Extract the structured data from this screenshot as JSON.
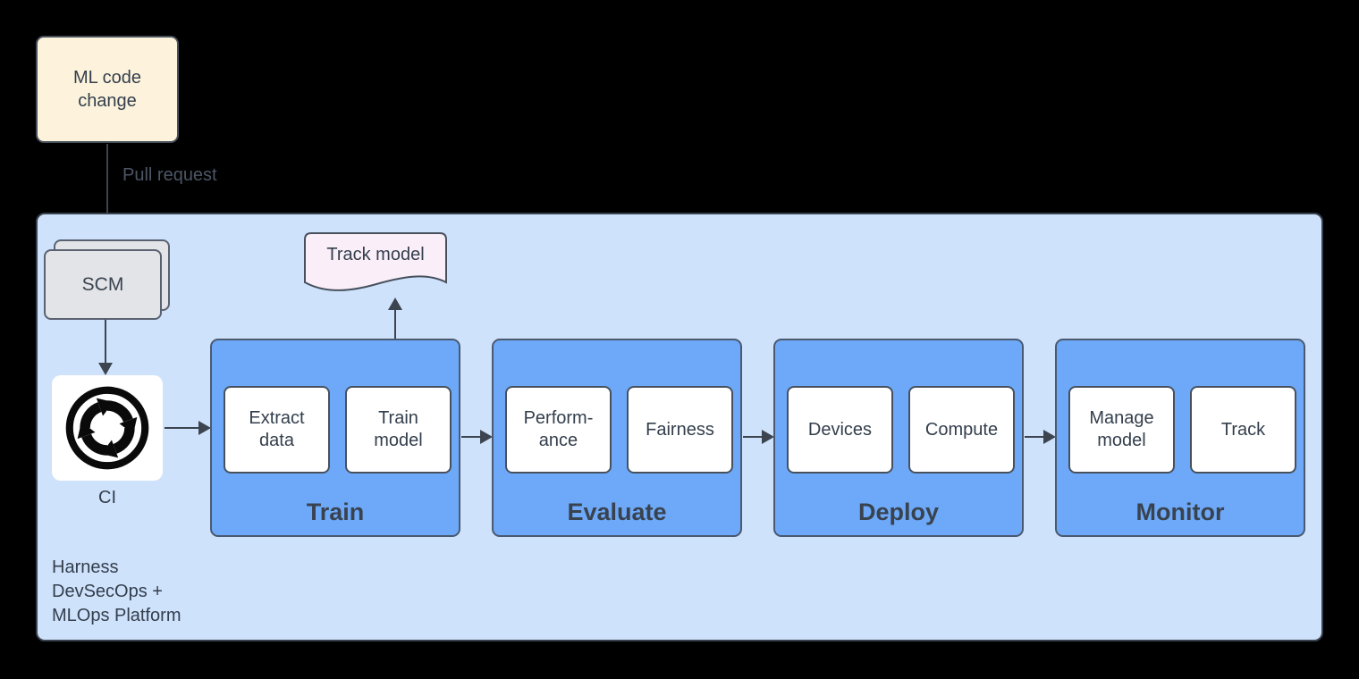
{
  "diagram": {
    "ml_code_change": "ML code\nchange",
    "pull_request": "Pull request",
    "scm": "SCM",
    "ci": "CI",
    "track_model": "Track model",
    "platform_label": "Harness\nDevSecOps +\nMLOps Platform",
    "stages": [
      {
        "label": "Train",
        "items": [
          "Extract\ndata",
          "Train\nmodel"
        ]
      },
      {
        "label": "Evaluate",
        "items": [
          "Perform-\nance",
          "Fairness"
        ]
      },
      {
        "label": "Deploy",
        "items": [
          "Devices",
          "Compute"
        ]
      },
      {
        "label": "Monitor",
        "items": [
          "Manage\nmodel",
          "Track"
        ]
      }
    ],
    "colors": {
      "background": "#000000",
      "platform_fill": "#CFE2FB",
      "stage_fill": "#6DA9F8",
      "source_fill": "#FDF3DC",
      "scm_fill": "#E2E4E7",
      "track_fill": "#FAEEF8",
      "outline": "#39434F",
      "text": "#333E4C"
    }
  }
}
